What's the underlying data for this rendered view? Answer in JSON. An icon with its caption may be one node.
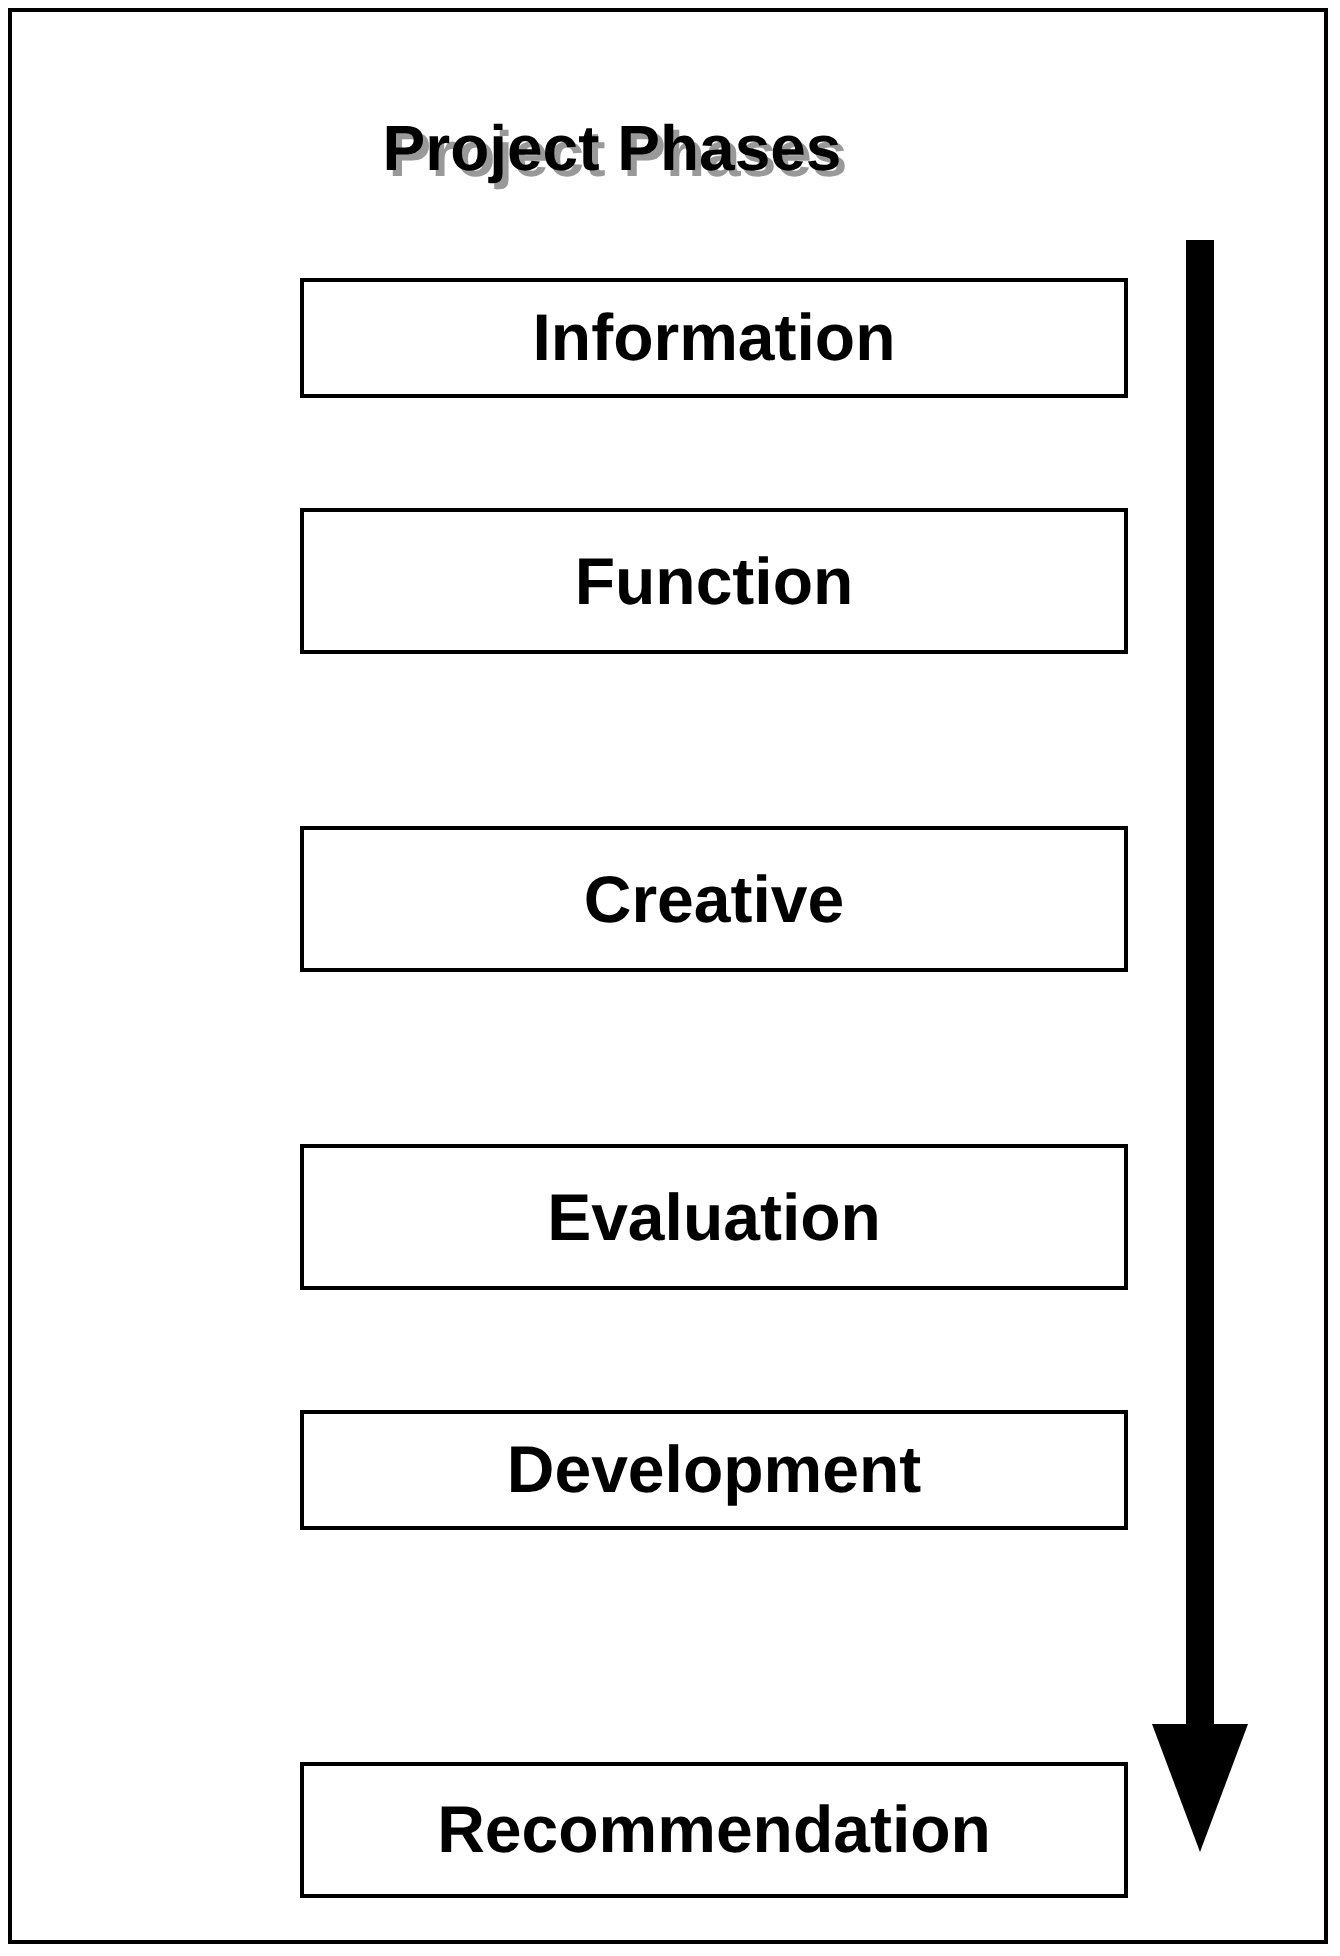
{
  "diagram": {
    "title": "Project Phases",
    "nodes": [
      {
        "text": [
          "Information"
        ]
      },
      {
        "text": [
          "Function"
        ]
      },
      {
        "text": [
          "Creative"
        ]
      },
      {
        "text": [
          "Evaluation"
        ]
      },
      {
        "text": [
          "Development"
        ]
      },
      {
        "text": [
          "Recommendation"
        ]
      }
    ]
  }
}
